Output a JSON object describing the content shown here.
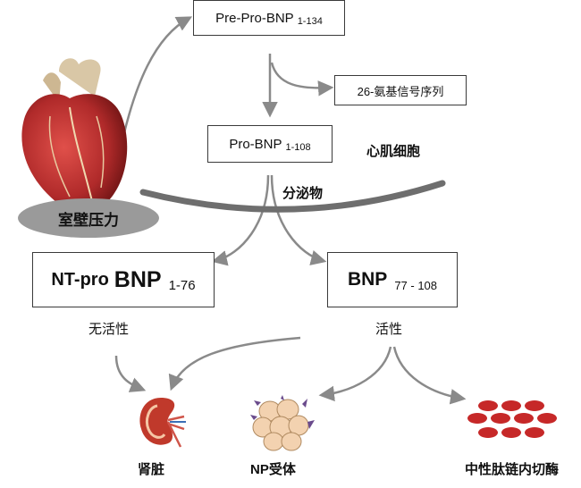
{
  "boxes": {
    "pre_pro_bnp": {
      "main": "Pre-Pro-BNP",
      "sub": "1-134"
    },
    "signal_seq": {
      "main": "26-氨基信号序列"
    },
    "pro_bnp": {
      "main": "Pro-BNP",
      "sub": "1-108"
    },
    "nt_pro_bnp": {
      "main_a": "NT-pro",
      "main_b": "BNP",
      "sub": "1-76"
    },
    "bnp": {
      "main": "BNP",
      "sub": "77 - 108"
    }
  },
  "labels": {
    "heart_pressure": "室壁压力",
    "cardiomyocyte": "心肌细胞",
    "secretion": "分泌物",
    "inactive": "无活性",
    "active": "活性",
    "kidney": "肾脏",
    "np_receptor": "NP受体",
    "endopeptidase": "中性肽链内切酶"
  },
  "icons": [
    "heart-icon",
    "kidney-icon",
    "np-receptor-icon",
    "endopeptidase-icon"
  ],
  "colors": {
    "arrow": "#8a8a8a",
    "heart": "#b02a2a",
    "kidney": "#c0392b",
    "cells": "#c62828",
    "receptor": "#f3d2b0"
  }
}
